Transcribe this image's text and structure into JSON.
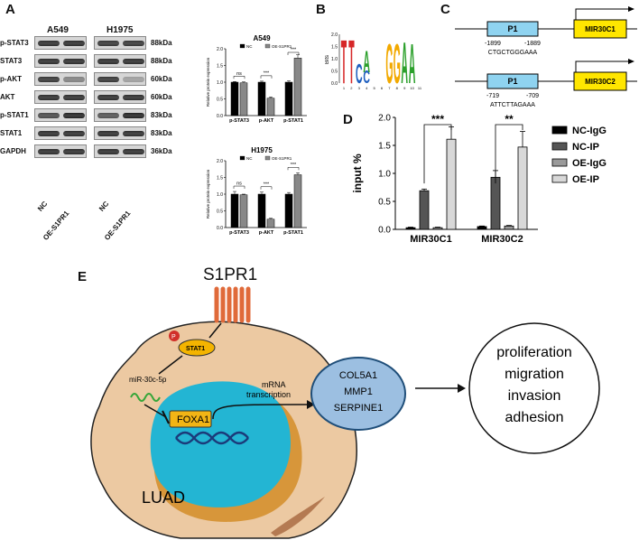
{
  "panel_letters": {
    "a": "A",
    "b": "B",
    "c": "C",
    "d": "D",
    "e": "E"
  },
  "blot": {
    "cell_lines": [
      "A549",
      "H1975"
    ],
    "proteins": [
      "p-STAT3",
      "STAT3",
      "p-AKT",
      "AKT",
      "p-STAT1",
      "STAT1",
      "GAPDH"
    ],
    "sizes": [
      "88kDa",
      "88kDa",
      "60kDa",
      "60kDa",
      "83kDa",
      "83kDa",
      "36kDa"
    ],
    "lanes": [
      "NC",
      "OE-S1PR1"
    ],
    "band_intensity_A549": [
      [
        0.9,
        0.9
      ],
      [
        0.9,
        0.9
      ],
      [
        0.85,
        0.45
      ],
      [
        0.9,
        0.9
      ],
      [
        0.75,
        0.95
      ],
      [
        0.9,
        0.9
      ],
      [
        0.9,
        0.9
      ]
    ],
    "band_intensity_H1975": [
      [
        0.85,
        0.85
      ],
      [
        0.9,
        0.9
      ],
      [
        0.85,
        0.3
      ],
      [
        0.9,
        0.9
      ],
      [
        0.7,
        0.95
      ],
      [
        0.9,
        0.9
      ],
      [
        0.9,
        0.9
      ]
    ]
  },
  "chart_data": [
    {
      "type": "bar",
      "title": "A549",
      "ylabel": "Relative protein expression",
      "categories": [
        "p-STAT3",
        "p-AKT",
        "p-STAT1"
      ],
      "series": [
        {
          "name": "NC",
          "values": [
            1.0,
            1.0,
            1.0
          ],
          "errors": [
            0.02,
            0.03,
            0.04
          ],
          "color": "#000000"
        },
        {
          "name": "OE-S1PR1",
          "values": [
            0.98,
            0.52,
            1.72
          ],
          "errors": [
            0.03,
            0.04,
            0.1
          ],
          "color": "#888888"
        }
      ],
      "ylim": [
        0,
        2.0
      ],
      "yticks": [
        "0.0",
        "0.5",
        "1.0",
        "1.5",
        "2.0"
      ],
      "significance": [
        "ns",
        "***",
        "***"
      ]
    },
    {
      "type": "bar",
      "title": "H1975",
      "ylabel": "Relative protein expression",
      "categories": [
        "p-STAT3",
        "p-AKT",
        "p-STAT1"
      ],
      "series": [
        {
          "name": "NC",
          "values": [
            1.0,
            1.0,
            1.0
          ],
          "errors": [
            0.08,
            0.06,
            0.05
          ],
          "color": "#000000"
        },
        {
          "name": "OE-S1PR1",
          "values": [
            0.98,
            0.25,
            1.58
          ],
          "errors": [
            0.02,
            0.03,
            0.06
          ],
          "color": "#888888"
        }
      ],
      "ylim": [
        0,
        2.0
      ],
      "yticks": [
        "0.0",
        "0.5",
        "1.0",
        "1.5",
        "2.0"
      ],
      "significance": [
        "ns",
        "***",
        "***"
      ]
    },
    {
      "type": "bar",
      "ylabel": "input %",
      "categories": [
        "MIR30C1",
        "MIR30C2"
      ],
      "series": [
        {
          "name": "NC-IgG",
          "values": [
            0.03,
            0.05
          ],
          "errors": [
            0.01,
            0.01
          ],
          "color": "#000000"
        },
        {
          "name": "NC-IP",
          "values": [
            0.69,
            0.93
          ],
          "errors": [
            0.03,
            0.12
          ],
          "color": "#555555"
        },
        {
          "name": "OE-IgG",
          "values": [
            0.03,
            0.06
          ],
          "errors": [
            0.01,
            0.01
          ],
          "color": "#9a9a9a"
        },
        {
          "name": "OE-IP",
          "values": [
            1.61,
            1.47
          ],
          "errors": [
            0.22,
            0.28
          ],
          "color": "#d8d8d8"
        }
      ],
      "ylim": [
        0,
        2.0
      ],
      "yticks": [
        "0.0",
        "0.5",
        "1.0",
        "1.5",
        "2.0"
      ],
      "significance": [
        "***",
        "**"
      ]
    }
  ],
  "motif": {
    "ylabel": "Bits",
    "yticks": [
      "2.0",
      "1.5",
      "1.0",
      "0.5",
      "0.0"
    ],
    "positions": [
      "1",
      "2",
      "3",
      "4",
      "5",
      "6",
      "7",
      "8",
      "9",
      "10",
      "11"
    ],
    "letters": [
      {
        "char": "T",
        "color": "#d62728"
      },
      {
        "char": "T",
        "color": "#d62728"
      },
      {
        "char": "C",
        "color": "#1f5fbf"
      },
      {
        "char": "C",
        "color": "#1f5fbf"
      },
      {
        "char": "A",
        "color": "#2ca02c"
      },
      {
        "char": "G",
        "color": "#f2a900"
      },
      {
        "char": "G",
        "color": "#f2a900"
      },
      {
        "char": "A",
        "color": "#2ca02c"
      },
      {
        "char": "A",
        "color": "#2ca02c"
      }
    ]
  },
  "promoter": {
    "rows": [
      {
        "box": "P1",
        "start": "-1899",
        "end": "-1889",
        "seq": "CTGCTGGGAAA",
        "gene": "MIR30C1"
      },
      {
        "box": "P1",
        "start": "-719",
        "end": "-709",
        "seq": "ATTCTTAGAAA",
        "gene": "MIR30C2"
      }
    ]
  },
  "model": {
    "receptor": "S1PR1",
    "phospho": "P",
    "stat": "STAT1",
    "mirna": "miR-30c-5p",
    "tf": "FOXA1",
    "transcription": [
      "mRNA",
      "transcription"
    ],
    "targets": [
      "COL5A1",
      "MMP1",
      "SERPINE1"
    ],
    "outcomes": [
      "proliferation",
      "migration",
      "invasion",
      "adhesion"
    ],
    "cell": "LUAD"
  }
}
